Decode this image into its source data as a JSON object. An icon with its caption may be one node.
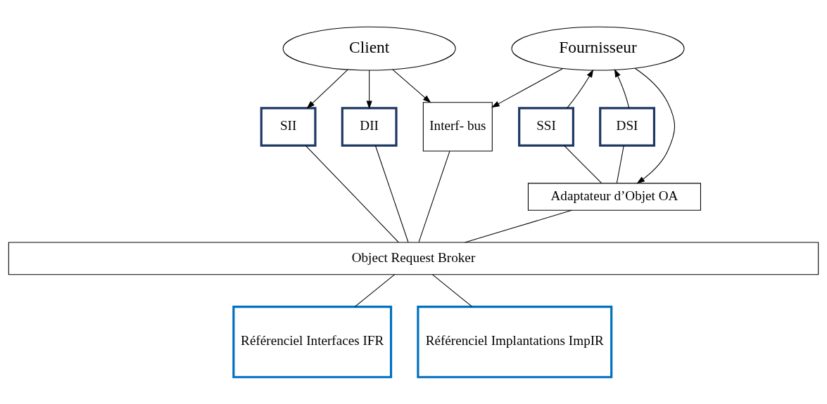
{
  "diagram": {
    "nodes": [
      {
        "text": [
          "Client"
        ]
      },
      {
        "text": [
          "Fournisseur"
        ]
      },
      {
        "text": [
          "SII"
        ]
      },
      {
        "text": [
          "DII"
        ]
      },
      {
        "text": [
          "Interf- bus"
        ]
      },
      {
        "text": [
          "SSI"
        ]
      },
      {
        "text": [
          "DSI"
        ]
      },
      {
        "text": [
          "Adaptateur d’Objet OA"
        ]
      },
      {
        "text": [
          "Object Request Broker"
        ]
      },
      {
        "text": [
          "Référenciel Interfaces IFR"
        ]
      },
      {
        "text": [
          "Référenciel Implantations ImpIR"
        ]
      }
    ],
    "edges": [
      {
        "from": 0,
        "to": 2,
        "arrow": "to"
      },
      {
        "from": 0,
        "to": 3,
        "arrow": "to"
      },
      {
        "from": 0,
        "to": 4,
        "arrow": "to"
      },
      {
        "from": 1,
        "to": 4,
        "arrow": "to"
      },
      {
        "from": 5,
        "to": 1,
        "arrow": "to"
      },
      {
        "from": 6,
        "to": 1,
        "arrow": "to"
      },
      {
        "from": 1,
        "to": 7,
        "arrow": "to"
      },
      {
        "from": 5,
        "to": 7,
        "arrow": "none"
      },
      {
        "from": 6,
        "to": 7,
        "arrow": "none"
      },
      {
        "from": 2,
        "to": 8,
        "arrow": "none"
      },
      {
        "from": 3,
        "to": 8,
        "arrow": "none"
      },
      {
        "from": 4,
        "to": 8,
        "arrow": "none"
      },
      {
        "from": 7,
        "to": 8,
        "arrow": "none"
      },
      {
        "from": 8,
        "to": 9,
        "arrow": "none"
      },
      {
        "from": 8,
        "to": 10,
        "arrow": "none"
      }
    ]
  }
}
